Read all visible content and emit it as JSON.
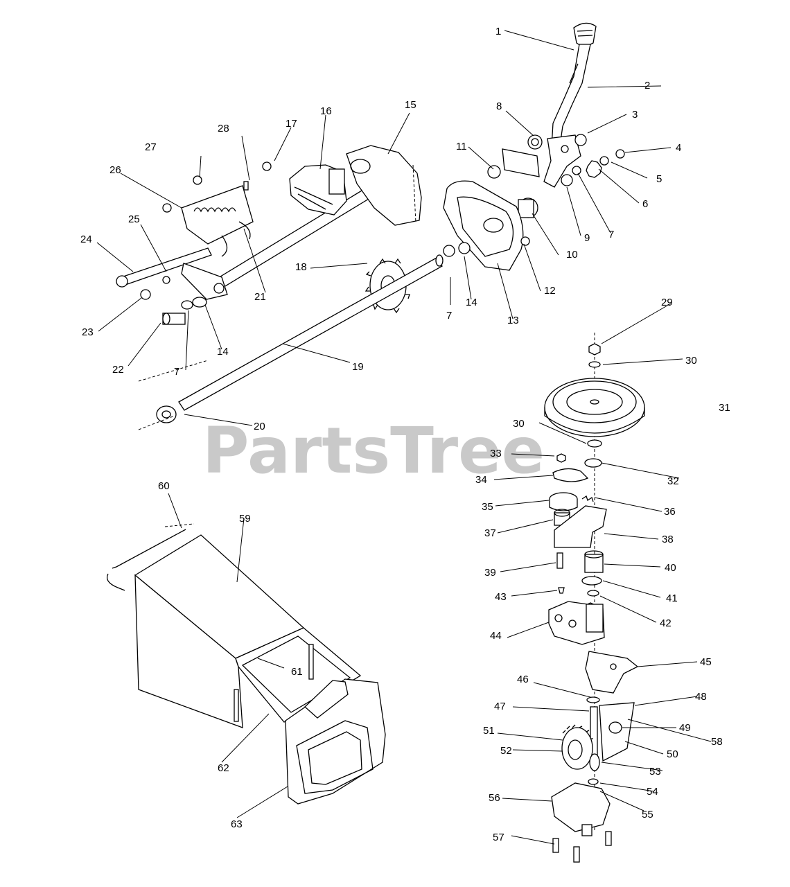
{
  "watermark": "PartsTree",
  "callouts": [
    {
      "n": "1"
    },
    {
      "n": "2"
    },
    {
      "n": "3"
    },
    {
      "n": "4"
    },
    {
      "n": "5"
    },
    {
      "n": "6"
    },
    {
      "n": "7"
    },
    {
      "n": "8"
    },
    {
      "n": "9"
    },
    {
      "n": "10"
    },
    {
      "n": "11"
    },
    {
      "n": "12"
    },
    {
      "n": "13"
    },
    {
      "n": "14"
    },
    {
      "n": "15"
    },
    {
      "n": "16"
    },
    {
      "n": "17"
    },
    {
      "n": "18"
    },
    {
      "n": "7"
    },
    {
      "n": "14"
    },
    {
      "n": "19"
    },
    {
      "n": "20"
    },
    {
      "n": "21"
    },
    {
      "n": "22"
    },
    {
      "n": "7"
    },
    {
      "n": "14"
    },
    {
      "n": "23"
    },
    {
      "n": "24"
    },
    {
      "n": "25"
    },
    {
      "n": "26"
    },
    {
      "n": "27"
    },
    {
      "n": "28"
    },
    {
      "n": "29"
    },
    {
      "n": "30"
    },
    {
      "n": "31"
    },
    {
      "n": "30"
    },
    {
      "n": "32"
    },
    {
      "n": "33"
    },
    {
      "n": "34"
    },
    {
      "n": "35"
    },
    {
      "n": "36"
    },
    {
      "n": "37"
    },
    {
      "n": "38"
    },
    {
      "n": "39"
    },
    {
      "n": "40"
    },
    {
      "n": "41"
    },
    {
      "n": "42"
    },
    {
      "n": "43"
    },
    {
      "n": "44"
    },
    {
      "n": "45"
    },
    {
      "n": "46"
    },
    {
      "n": "47"
    },
    {
      "n": "48"
    },
    {
      "n": "49"
    },
    {
      "n": "50"
    },
    {
      "n": "51"
    },
    {
      "n": "52"
    },
    {
      "n": "53"
    },
    {
      "n": "54"
    },
    {
      "n": "55"
    },
    {
      "n": "56"
    },
    {
      "n": "57"
    },
    {
      "n": "58"
    },
    {
      "n": "59"
    },
    {
      "n": "60"
    },
    {
      "n": "61"
    },
    {
      "n": "62"
    },
    {
      "n": "63"
    }
  ]
}
